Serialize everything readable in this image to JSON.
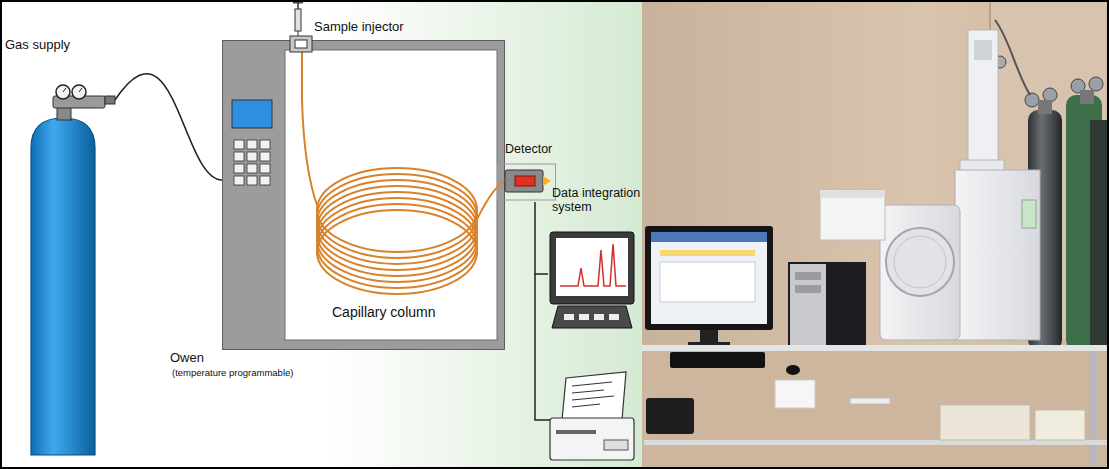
{
  "diagram": {
    "nodes": [
      {
        "text": [
          "Gas supply"
        ]
      },
      {
        "text": [
          "Sample injector"
        ]
      },
      {
        "text": [
          "Capillary column",
          "Owen",
          "(temperature programmable)"
        ]
      },
      {
        "text": [
          "Detector"
        ]
      },
      {
        "text": [
          "Data integration system"
        ]
      }
    ],
    "edges": [
      {
        "from": 0,
        "to": 2,
        "arrow": "none"
      },
      {
        "from": 3,
        "to": 4,
        "arrow": "none"
      }
    ]
  }
}
